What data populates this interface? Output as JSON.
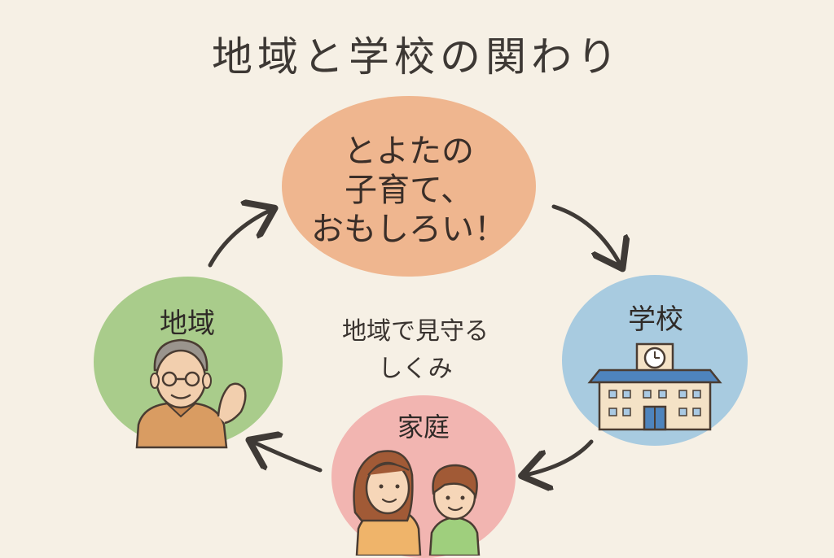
{
  "title": "地域と学校の関わり",
  "top_message": [
    "とよたの",
    "子育て、",
    "おもしろい！"
  ],
  "center_message": [
    "地域で見守る",
    "しくみ"
  ],
  "nodes": {
    "community": "地域",
    "school": "学校",
    "family": "家庭"
  }
}
